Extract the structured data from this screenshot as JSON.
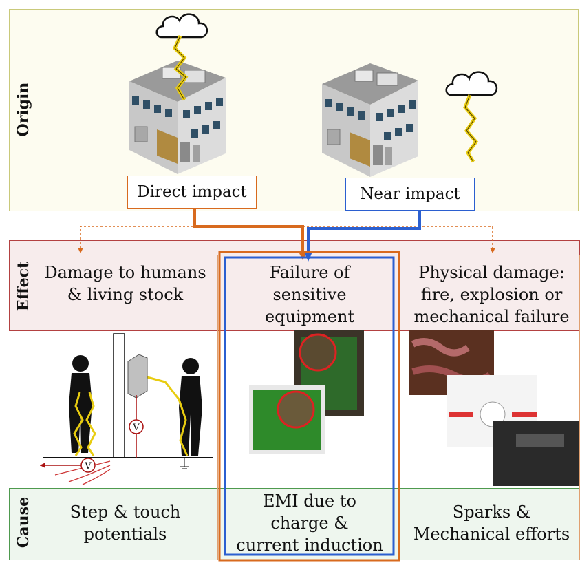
{
  "origin": {
    "label": "Origin",
    "direct_impact": "Direct impact",
    "near_impact": "Near impact"
  },
  "effect": {
    "label": "Effect",
    "humans": "Damage to humans\n& living stock",
    "equipment": "Failure of\nsensitive\nequipment",
    "physical": "Physical damage:\nfire, explosion or\nmechanical failure"
  },
  "cause": {
    "label": "Cause",
    "step_touch": "Step & touch\npotentials",
    "emi": "EMI due to\ncharge &\ncurrent induction",
    "sparks": "Sparks &\nMechanical efforts"
  },
  "figure": {
    "voltmeter_symbol": "V"
  },
  "colors": {
    "direct": "#d86a1e",
    "near": "#2b5fd0",
    "origin_border": "#c9c97a",
    "effect_border": "#b34141",
    "cause_border": "#4e9a4e"
  },
  "icons": [
    "lightning-cloud-icon",
    "building-icon",
    "person-icon",
    "voltmeter-icon",
    "ground-icon"
  ]
}
